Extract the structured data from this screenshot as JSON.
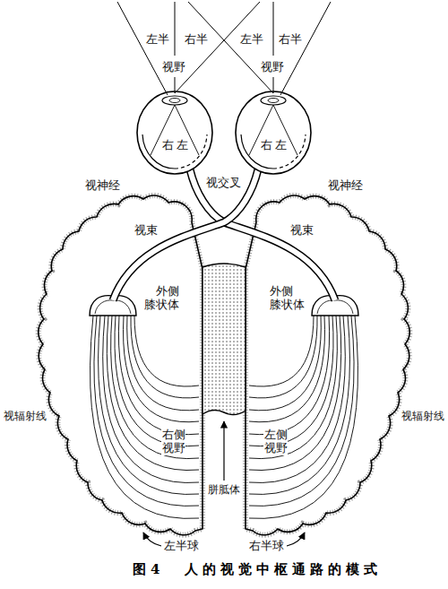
{
  "diagram": {
    "caption": "图4 人的视觉中枢通路的模式",
    "labels": [
      "左半",
      "右半",
      "左半",
      "右半",
      "视野",
      "视野",
      "右",
      "左",
      "右",
      "左",
      "视交叉",
      "视神经",
      "视神经",
      "视束",
      "视束",
      "外侧 膝状体",
      "外侧 膝状体",
      "视辐射线",
      "视辐射线",
      "右侧 视野",
      "左侧 视野",
      "胼胝体",
      "左半球",
      "右半球"
    ]
  }
}
